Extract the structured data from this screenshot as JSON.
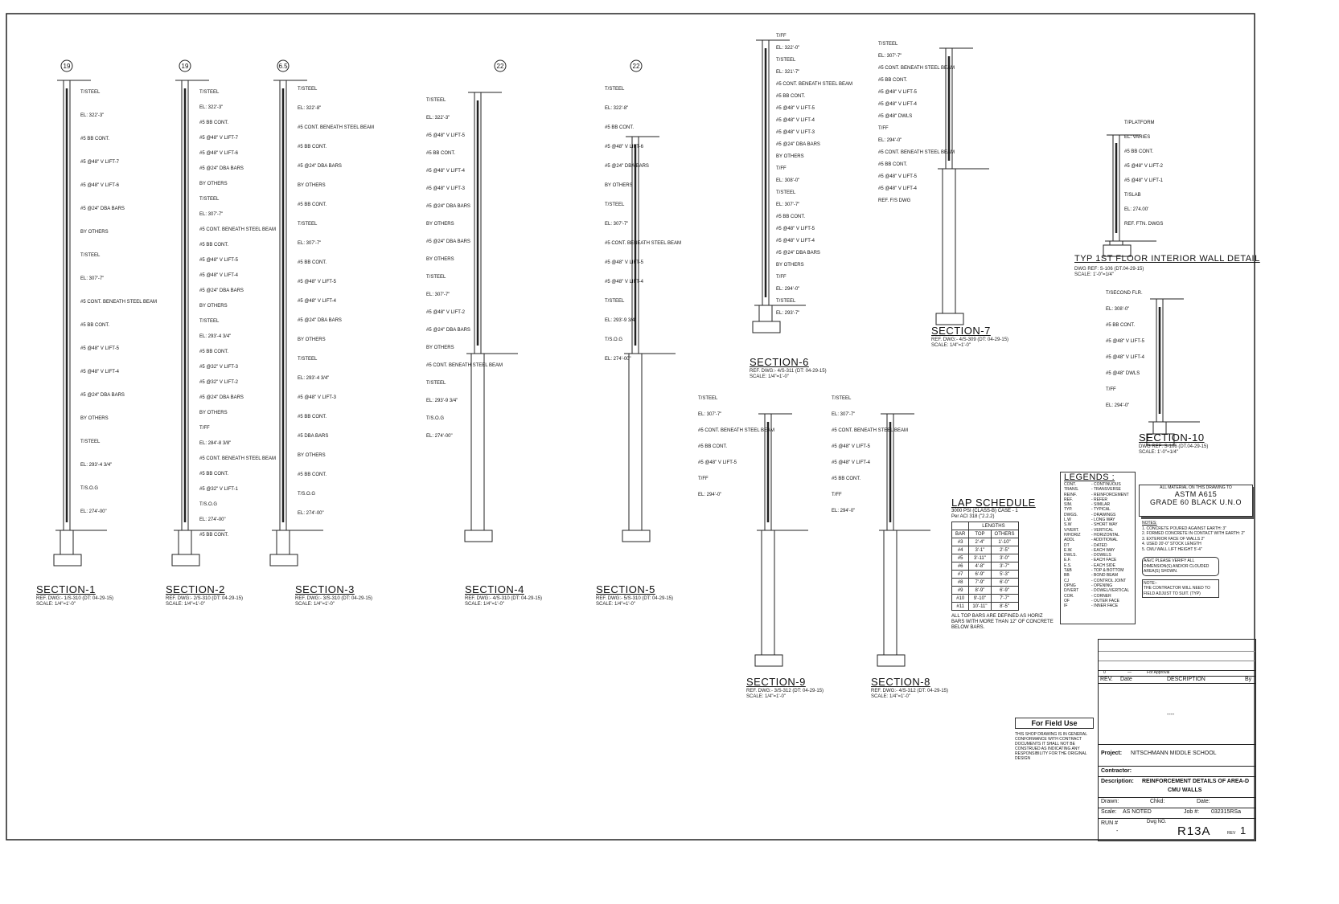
{
  "sections": [
    {
      "id": "s1",
      "title": "SECTION-1",
      "ref": "REF. DWG:- 1/S-310 (DT: 04-29-15)",
      "scale": "SCALE: 1/4\"=1'-0\"",
      "grid": "19"
    },
    {
      "id": "s2",
      "title": "SECTION-2",
      "ref": "REF. DWG:- 2/S-310 (DT: 04-29-15)",
      "scale": "SCALE: 1/4\"=1'-0\"",
      "grid": "19"
    },
    {
      "id": "s3",
      "title": "SECTION-3",
      "ref": "REF. DWG:- 3/S-310 (DT: 04-29-15)",
      "scale": "SCALE: 1/4\"=1'-0\"",
      "grid": "6.5"
    },
    {
      "id": "s4",
      "title": "SECTION-4",
      "ref": "REF. DWG:- 4/S-310 (DT: 04-29-15)",
      "scale": "SCALE: 1/4\"=1'-0\"",
      "grid": "22"
    },
    {
      "id": "s5",
      "title": "SECTION-5",
      "ref": "REF. DWG:- 5/S-310 (DT: 04-29-15)",
      "scale": "SCALE: 1/4\"=1'-0\"",
      "grid": "22"
    },
    {
      "id": "s6",
      "title": "SECTION-6",
      "ref": "REF. DWG:- 4/S-311 (DT: 04-29-15)",
      "scale": "SCALE: 1/4\"=1'-0\""
    },
    {
      "id": "s7",
      "title": "SECTION-7",
      "ref": "REF. DWG:- 4/S-309 (DT: 04-29-15)",
      "scale": "SCALE: 1/4\"=1'-0\""
    },
    {
      "id": "s8",
      "title": "SECTION-8",
      "ref": "REF. DWG:- 4/S-312 (DT: 04-29-15)",
      "scale": "SCALE: 1/4\"=1'-0\""
    },
    {
      "id": "s9",
      "title": "SECTION-9",
      "ref": "REF. DWG:- 3/S-312 (DT: 04-29-15)",
      "scale": "SCALE: 1/4\"=1'-0\""
    },
    {
      "id": "s10",
      "title": "SECTION-10",
      "ref": "DWG REF: S-106 (DT.04-29-15)",
      "scale": "SCALE: 1'-0\"=1/4\""
    },
    {
      "id": "typ",
      "title": "TYP 1ST FLOOR INTERIOR WALL DETAIL",
      "ref": "DWG REF: S-106 (DT.04-29-15)",
      "scale": "SCALE: 1'-0\"=1/4\""
    }
  ],
  "callouts": {
    "s1": [
      "T/STEEL",
      "EL: 322'-3\"",
      "#5 BB CONT.",
      "#5 @48\" V LIFT-7",
      "#5 @48\" V LIFT-6",
      "#5 @24\" DBA BARS",
      "BY OTHERS",
      "T/STEEL",
      "EL: 307'-7\"",
      "#5 CONT. BENEATH STEEL BEAM",
      "#5 BB CONT.",
      "#5 @48\" V LIFT-5",
      "#5 @48\" V LIFT-4",
      "#5 @24\" DBA BARS",
      "BY OTHERS",
      "T/STEEL",
      "EL: 293'-4 3/4\"",
      "T/S.O.G",
      "EL: 274'-00\""
    ],
    "s2": [
      "T/STEEL",
      "EL: 322'-3\"",
      "#5 BB CONT.",
      "#5 @48\" V LIFT-7",
      "#5 @48\" V LIFT-6",
      "#5 @24\" DBA BARS",
      "BY OTHERS",
      "T/STEEL",
      "EL: 307'-7\"",
      "#5 CONT. BENEATH STEEL BEAM",
      "#5 BB CONT.",
      "#5 @48\" V LIFT-5",
      "#5 @48\" V LIFT-4",
      "#5 @24\" DBA BARS",
      "BY OTHERS",
      "T/STEEL",
      "EL: 293'-4 3/4\"",
      "#5 BB CONT.",
      "#5 @32\" V LIFT-3",
      "#5 @32\" V LIFT-2",
      "#5 @24\" DBA BARS",
      "BY OTHERS",
      "T/FF",
      "EL: 284'-8 3/8\"",
      "#5 CONT. BENEATH STEEL BEAM",
      "#5 BB CONT.",
      "#5 @32\" V LIFT-1",
      "T/S.O.G",
      "EL: 274'-00\"",
      "#5 BB CONT."
    ],
    "s3": [
      "T/STEEL",
      "EL: 322'-8\"",
      "#5 CONT. BENEATH STEEL BEAM",
      "#5 BB CONT.",
      "#5 @24\" DBA BARS",
      "BY OTHERS",
      "#5 BB CONT.",
      "T/STEEL",
      "EL: 307'-7\"",
      "#5 BB CONT.",
      "#5 @48\" V LIFT-5",
      "#5 @48\" V LIFT-4",
      "#5 @24\" DBA BARS",
      "BY OTHERS",
      "T/STEEL",
      "EL: 293'-4 3/4\"",
      "#5 @48\" V LIFT-3",
      "#5 BB CONT.",
      "#5 DBA BARS",
      "BY OTHERS",
      "#5 BB CONT.",
      "T/S.O.G",
      "EL: 274'-00\""
    ],
    "s4": [
      "T/STEEL",
      "EL: 322'-3\"",
      "#5 @48\" V LIFT-5",
      "#5 BB CONT.",
      "#5 @48\" V LIFT-4",
      "#5 @48\" V LIFT-3",
      "#5 @24\" DBA BARS",
      "BY OTHERS",
      "#5 @24\" DBA BARS",
      "BY OTHERS",
      "T/STEEL",
      "EL: 307'-7\"",
      "#5 @48\" V LIFT-2",
      "#5 @24\" DBA BARS",
      "BY OTHERS",
      "#5 CONT. BENEATH STEEL BEAM",
      "T/STEEL",
      "EL: 293'-9 3/4\"",
      "T/S.O.G",
      "EL: 274'-00\""
    ],
    "s5": [
      "T/STEEL",
      "EL: 322'-8\"",
      "#5 BB CONT.",
      "#5 @48\" V LIFT-6",
      "#5 @24\" DBA BARS",
      "BY OTHERS",
      "T/STEEL",
      "EL: 307'-7\"",
      "#5 CONT. BENEATH STEEL BEAM",
      "#5 @48\" V LIFT-5",
      "#5 @48\" V LIFT-4",
      "T/STEEL",
      "EL: 293'-9 3/4\"",
      "T/S.O.G",
      "EL: 274'-00\""
    ],
    "s6": [
      "T/FF",
      "EL: 322'-0\"",
      "T/STEEL",
      "EL: 321'-7\"",
      "#5 CONT. BENEATH STEEL BEAM",
      "#5 BB CONT.",
      "#5 @48\" V LIFT-5",
      "#5 @48\" V LIFT-4",
      "#5 @48\" V LIFT-3",
      "#5 @24\" DBA BARS",
      "BY OTHERS",
      "T/FF",
      "EL: 308'-0\"",
      "T/STEEL",
      "EL: 307'-7\"",
      "#5 BB CONT.",
      "#5 @48\" V LIFT-5",
      "#5 @48\" V LIFT-4",
      "#5 @24\" DBA BARS",
      "BY OTHERS",
      "T/FF",
      "EL: 294'-0\"",
      "T/STEEL",
      "EL: 293'-7\""
    ],
    "s7": [
      "T/STEEL",
      "EL: 307'-7\"",
      "#5 CONT. BENEATH STEEL BEAM",
      "#5 BB CONT.",
      "#5 @48\" V LIFT-5",
      "#5 @48\" V LIFT-4",
      "#5 @48\" DWLS",
      "T/FF",
      "EL: 294'-0\"",
      "#5 CONT. BENEATH STEEL BEAM",
      "#5 BB CONT.",
      "#5 @48\" V LIFT-5",
      "#5 @48\" V LIFT-4",
      "REF. F/S DWG"
    ],
    "s8": [
      "T/STEEL",
      "EL: 307'-7\"",
      "#5 CONT. BENEATH STEEL BEAM",
      "#5 @48\" V LIFT-5",
      "#5 @48\" V LIFT-4",
      "#5 BB CONT.",
      "T/FF",
      "EL: 294'-0\""
    ],
    "s9": [
      "T/STEEL",
      "EL: 307'-7\"",
      "#5 CONT. BENEATH STEEL BEAM",
      "#5 BB CONT.",
      "#5 @48\" V LIFT-5",
      "T/FF",
      "EL: 294'-0\""
    ],
    "s10": [
      "T/SECOND FLR.",
      "EL: 308'-0\"",
      "#5 BB CONT.",
      "#5 @48\" V LIFT-5",
      "#5 @48\" V LIFT-4",
      "#5 @48\" DWLS",
      "T/FF",
      "EL: 294'-0\""
    ],
    "typ": [
      "T/PLATFORM",
      "EL: VARIES",
      "#5 BB CONT.",
      "#5 @48\" V LIFT-2",
      "#5 @48\" V LIFT-1",
      "T/SLAB",
      "EL: 274.00'",
      "REF. FTN. DWGS"
    ]
  },
  "lap_schedule": {
    "title": "LAP SCHEDULE",
    "sub1": "3000 PSI (CLASS-B) CASE - 1",
    "sub2": "Per ACI 318 (\"2.2.2)",
    "headers": [
      "BAR",
      "TOP",
      "OTHERS"
    ],
    "group": "LENGTHS",
    "rows": [
      [
        "#3",
        "2'-4\"",
        "1'-10\""
      ],
      [
        "#4",
        "3'-1\"",
        "2'-5\""
      ],
      [
        "#5",
        "3'-11\"",
        "3'-0\""
      ],
      [
        "#6",
        "4'-8\"",
        "3'-7\""
      ],
      [
        "#7",
        "6'-9\"",
        "5'-3\""
      ],
      [
        "#8",
        "7'-9\"",
        "6'-0\""
      ],
      [
        "#9",
        "8'-9\"",
        "6'-9\""
      ],
      [
        "#10",
        "9'-10\"",
        "7'-7\""
      ],
      [
        "#11",
        "10'-11\"",
        "8'-5\""
      ]
    ],
    "note": "ALL TOP BARS ARE DEFINED AS HORIZ BARS WITH MORE THAN 12\" OF CONCRETE BELOW BARS."
  },
  "legends": {
    "title": "LEGENDS :",
    "items": [
      [
        "CONT.",
        "- CONTINUOUS"
      ],
      [
        "TRANS.",
        "- TRANSVERSE"
      ],
      [
        "REINF.",
        "- REINFORCEMENT"
      ],
      [
        "REF.",
        "- REFER"
      ],
      [
        "SIM.",
        "- SIMILAR"
      ],
      [
        "TYP.",
        "- TYPICAL"
      ],
      [
        "DWGS.",
        "- DRAWINGS"
      ],
      [
        "L.W",
        "- LONG WAY"
      ],
      [
        "S.W",
        "- SHORT WAY"
      ],
      [
        "V/VERT.",
        "- VERTICAL"
      ],
      [
        "H/HORIZ",
        "- HORIZONTAL"
      ],
      [
        "ADDL",
        "- ADDITIONAL"
      ],
      [
        "DT",
        "- DATED"
      ],
      [
        "E.W.",
        "- EACH WAY"
      ],
      [
        "DWLS.",
        "- DOWELS"
      ],
      [
        "E.F.",
        "- EACH FACE"
      ],
      [
        "E.S.",
        "- EACH SIDE"
      ],
      [
        "T&B",
        "- TOP & BOTTOM"
      ],
      [
        "BB",
        "- BOND BEAM"
      ],
      [
        "CJ",
        "- CONTROL JOINT"
      ],
      [
        "OPNG",
        "- OPENING"
      ],
      [
        "D/VERT",
        "- DOWEL/VERTICAL"
      ],
      [
        "COR.",
        "- CORNER"
      ],
      [
        "OF",
        "- OUTER FACE"
      ],
      [
        "IF",
        "- INNER FACE"
      ]
    ]
  },
  "material": {
    "line1": "ALL MATERIAL ON THIS DRAWING TO",
    "line2": "ASTM A615",
    "line3": "GRADE 60 BLACK U.N.O"
  },
  "notes": {
    "title": "NOTES:",
    "items": [
      "1. CONCRETE POURED AGAINST EARTH: 3\"",
      "2. FORMED CONCRETE IN CONTACT WITH EARTH: 2\"",
      "3. EXTERIOR FACE OF WALLS 2\"",
      "4. USED 20'-0\" STOCK LENGTH",
      "5. CMU WALL LIFT HEIGHT 5'-4\""
    ],
    "verify": "A/E/C PLEASE VERIFY ALL DIMENSION(S) AND/OR CLOUDED AREA(S) SHOWN.",
    "note_title": "NOTE:-",
    "note_text": "THE CONTRACTOR WILL NEED TO FIELD ADJUST TO SUIT. (TYP)"
  },
  "field_use": {
    "title": "For Field Use",
    "text": "THIS SHOP DRAWING IS IN GENERAL CONFORMANCE WITH CONTRACT DOCUMENTS IT SHALL NOT BE CONSTRUED AS INDICATING ANY RESPONSIBILITY FOR THE ORIGINAL DESIGN"
  },
  "title_block": {
    "rev_no": "0",
    "rev_date": "—",
    "rev_desc": "For Approval",
    "rev_label": "REV.",
    "date_label": "Date",
    "desc_label": "DESCRIPTION",
    "by_label": "By",
    "stamp": "----",
    "project_label": "Project:",
    "project": "NITSCHMANN MIDDLE SCHOOL",
    "contractor_label": "Contractor:",
    "description_label": "Description:",
    "description_1": "REINFORCEMENT DETAILS OF AREA-D",
    "description_2": "CMU WALLS",
    "drawn_label": "Drawn:",
    "chkd_label": "Chkd:",
    "date2_label": "Date:",
    "scale_label": "Scale:",
    "scale": "AS NOTED",
    "job_label": "Job #:",
    "job": "032315RSa",
    "run_label": "RUN #",
    "run": "-",
    "dwg_label": "Dwg NO.",
    "dwg": "R13A",
    "rev2_label": "REV",
    "rev2": "1"
  }
}
